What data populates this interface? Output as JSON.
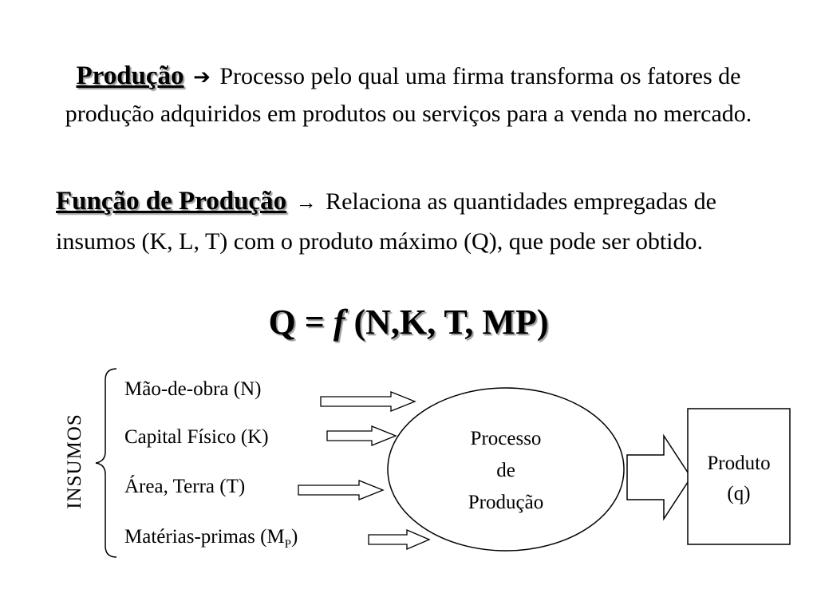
{
  "definitions": {
    "producao": {
      "term": "Produção",
      "arrow": "➔",
      "text": "Processo pelo qual uma firma transforma os fatores de produção adquiridos em produtos ou serviços para a venda no mercado."
    },
    "funcao": {
      "term": "Função de Produção",
      "arrow": "→",
      "text": "Relaciona as quantidades empregadas de insumos (K, L, T) com o produto máximo (Q), que pode ser obtido."
    }
  },
  "formula": {
    "lhs": "Q = ",
    "f": "f",
    "rhs": " (N,K, T, MP)"
  },
  "diagram": {
    "group_label": "INSUMOS",
    "inputs": [
      {
        "label": "Mão-de-obra (N)"
      },
      {
        "label": "Capital Físico (K)"
      },
      {
        "label": "Área, Terra (T)"
      },
      {
        "label": "Matérias-primas (M",
        "subscript": "P",
        "suffix": ")"
      }
    ],
    "process": {
      "line1": "Processo",
      "line2": "de",
      "line3": "Produção"
    },
    "output": {
      "line1": "Produto",
      "line2": "(q)"
    }
  }
}
